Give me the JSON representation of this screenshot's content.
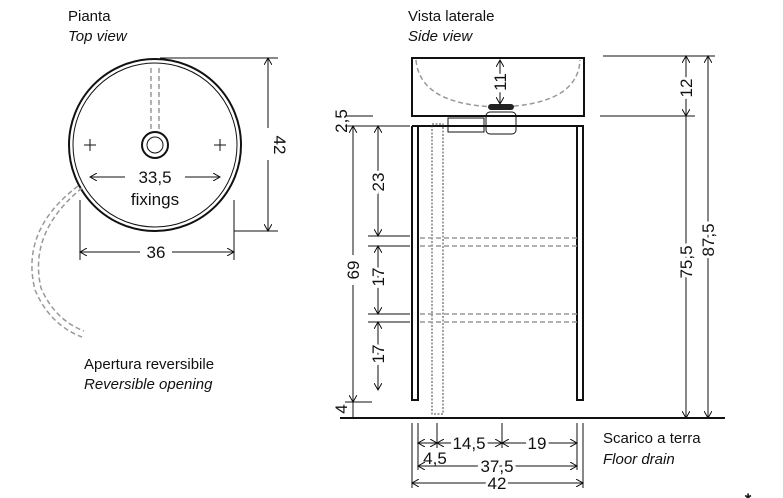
{
  "top_view": {
    "title_it": "Pianta",
    "title_en": "Top view",
    "dim_height": "42",
    "dim_width": "36",
    "dim_fixings": "33,5",
    "fixings_label": "fixings"
  },
  "opening": {
    "label_it": "Apertura reversibile",
    "label_en": "Reversible opening"
  },
  "side_view": {
    "title_it": "Vista laterale",
    "title_en": "Side view",
    "dims": {
      "basin_depth": "11",
      "basin_height": "12",
      "top_thickness": "2,5",
      "cabinet_height": "69",
      "upper": "23",
      "mid": "17",
      "lower": "17",
      "foot": "4",
      "height_to_top": "75,5",
      "total_height": "87,5",
      "hose_offset": "4,5",
      "drain_offset": "14,5",
      "drain_to_side": "19",
      "inner_width": "37,5",
      "width": "42"
    }
  },
  "drain": {
    "label_it": "Scarico a terra",
    "label_en": "Floor drain"
  },
  "asterisk": "*"
}
